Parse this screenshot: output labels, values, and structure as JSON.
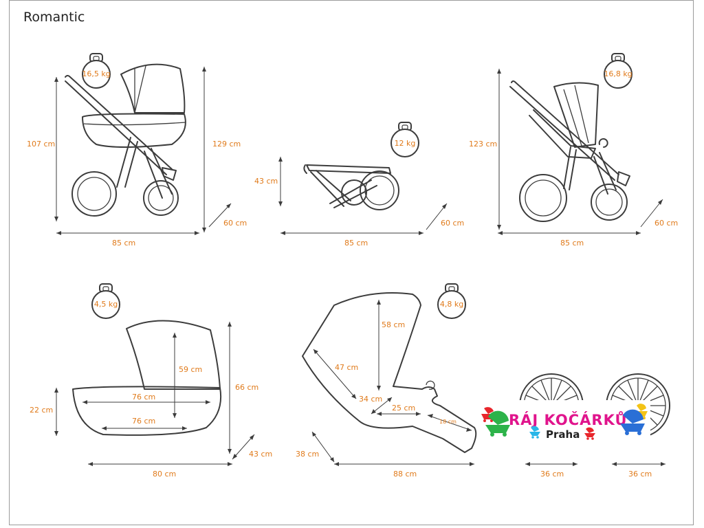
{
  "title": "Romantic",
  "weights": {
    "stroller_carrycot": "16,5 kg",
    "frame_folded": "12 kg",
    "stroller_seat": "16,8 kg",
    "carrycot": "4,5 kg",
    "seat_unit": "4,8 kg"
  },
  "dimensions": {
    "carrycot_stroller_height_handle": "107 cm",
    "carrycot_stroller_height_total": "129 cm",
    "carrycot_stroller_width": "60 cm",
    "carrycot_stroller_length": "85 cm",
    "folded_height": "43 cm",
    "folded_width": "60 cm",
    "folded_length": "85 cm",
    "sport_height": "123 cm",
    "sport_width": "60 cm",
    "sport_length": "85 cm",
    "carrycot_height_body": "22 cm",
    "carrycot_inner_height": "59 cm",
    "carrycot_inner_length_top": "76 cm",
    "carrycot_inner_length_bottom": "76 cm",
    "carrycot_height_total": "66 cm",
    "carrycot_width": "43 cm",
    "carrycot_length": "80 cm",
    "seat_back_height": "58 cm",
    "seat_length_diag": "47 cm",
    "seat_depth": "34 cm",
    "seat_length": "25 cm",
    "footrest": "18 cm",
    "seat_width": "38 cm",
    "seat_total_length": "88 cm",
    "wheel_front": "36 cm",
    "wheel_rear": "36 cm"
  },
  "logo": {
    "line1": "RÁJ KOČÁRKŮ",
    "line2": "Praha",
    "colors": {
      "magenta": "#e0148c",
      "green": "#2db34a",
      "red": "#e8262c",
      "cyan": "#29b6e8",
      "yellow": "#f3c316",
      "blue": "#2a6fd6"
    }
  },
  "colors": {
    "label": "#e07a1a",
    "line": "#3c3c3c"
  }
}
